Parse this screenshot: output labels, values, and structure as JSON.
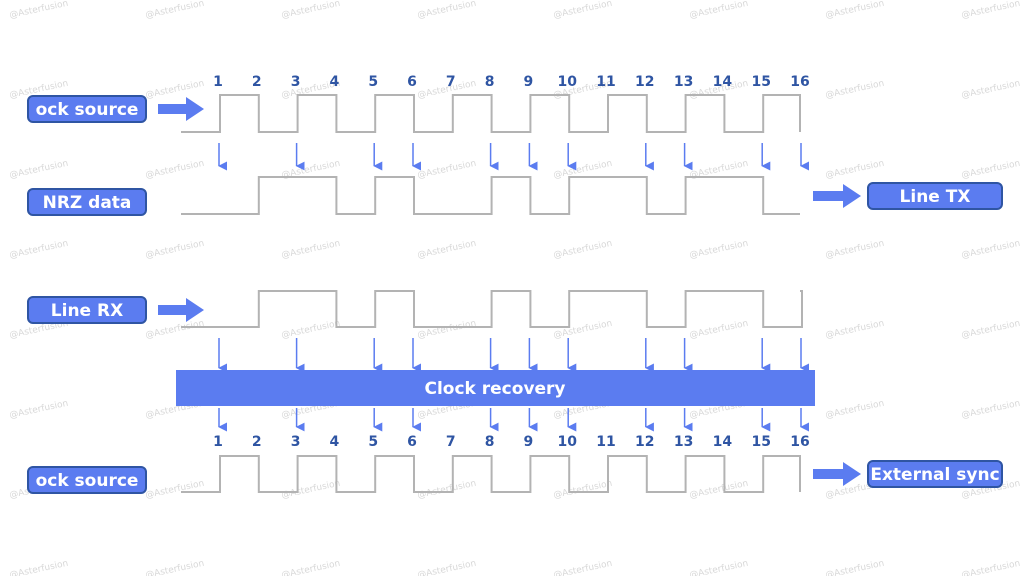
{
  "colors": {
    "accent": "#5b7cf0",
    "accent_dark": "#2f55a3",
    "signal": "#b3b3b3",
    "tick_number": "#2f55a3",
    "watermark": "#d8d8d8"
  },
  "watermark": "@Asterfusion",
  "labels": {
    "clock_source_top": "ock source",
    "nrz_data": "NRZ data",
    "line_tx": "Line TX",
    "line_rx": "Line RX",
    "clock_recovery": "Clock recovery",
    "clock_source_bottom": "ock source",
    "external_sync": "External sync"
  },
  "tick_numbers": [
    "1",
    "2",
    "3",
    "4",
    "5",
    "6",
    "7",
    "8",
    "9",
    "10",
    "11",
    "12",
    "13",
    "14",
    "15",
    "16"
  ],
  "waveforms": {
    "clock_top": [
      0,
      1,
      0,
      1,
      0,
      1,
      0,
      1,
      0,
      1,
      0,
      1,
      0,
      1,
      0,
      1,
      0
    ],
    "nrz_data": [
      0,
      1,
      1,
      0,
      1,
      0,
      0,
      1,
      0,
      1,
      1,
      0,
      1,
      1,
      0,
      0
    ],
    "line_rx": [
      0,
      1,
      1,
      0,
      1,
      0,
      0,
      1,
      0,
      1,
      1,
      0,
      1,
      1,
      0,
      1
    ],
    "clock_bottom": [
      0,
      1,
      0,
      1,
      0,
      1,
      0,
      1,
      0,
      1,
      0,
      1,
      0,
      1,
      0,
      1,
      0
    ]
  },
  "sample_points": [
    1,
    3,
    5,
    6,
    8,
    9,
    10,
    12,
    13,
    15,
    16
  ]
}
